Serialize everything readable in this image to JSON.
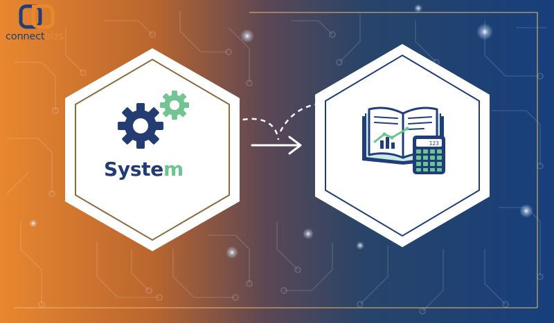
{
  "brand": {
    "logo_text_primary": "connect",
    "logo_text_accent": "bizs",
    "primary_color": "#1f3d7a",
    "accent_color": "#e8892e"
  },
  "background": {
    "gradient_left": "#e8872f",
    "gradient_right": "#173f7c",
    "pattern": "circuit-lines"
  },
  "diagram": {
    "source_node": {
      "label_main": "Syste",
      "label_accent": "m",
      "icon": "gears-icon",
      "label_color": "#233c72",
      "accent_color": "#6cc48e"
    },
    "connector": {
      "style": "dashed-curve-with-arrow",
      "arrow_icon": "right-arrow-icon"
    },
    "target_node": {
      "icon": "accounting-book-calculator-icon",
      "calculator_display": "123"
    }
  }
}
